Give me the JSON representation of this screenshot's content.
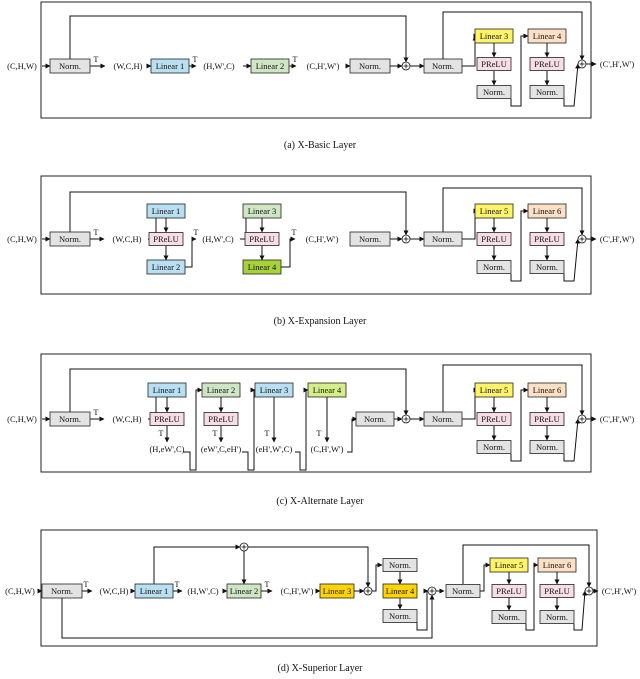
{
  "colors": {
    "norm": "#e3e3e3",
    "prelu": "#f7dde6",
    "lin_blue": "#b9e0f2",
    "lin_green": "#cfe6c4",
    "lin_yellow": "#fff36a",
    "lin_peach": "#fbe0c6",
    "lin_lime": "#a7d33a",
    "lin_gold": "#ffd400",
    "lin_yellow_green": "#d6ee8a"
  },
  "symbols": {
    "transpose": "T",
    "plus": "+"
  },
  "panels": [
    {
      "caption": "(a) X-Basic Layer",
      "input": "(C,H,W)",
      "output": "(C',H',W')",
      "nodes": [
        {
          "label": "Norm."
        },
        {
          "label": "Linear 1"
        },
        {
          "label": "Linear 2"
        },
        {
          "label": "Norm."
        },
        {
          "label": "Norm."
        },
        {
          "label": "Linear 3"
        },
        {
          "label": "PReLU"
        },
        {
          "label": "Norm."
        },
        {
          "label": "Linear 4"
        },
        {
          "label": "PReLU"
        },
        {
          "label": "Norm."
        }
      ],
      "shapes": [
        "(W,C,H)",
        "(H,W',C)",
        "(C,H',W')"
      ]
    },
    {
      "caption": "(b) X-Expansion Layer",
      "input": "(C,H,W)",
      "output": "(C',H',W')",
      "nodes": [
        {
          "label": "Norm."
        },
        {
          "label": "Linear 1"
        },
        {
          "label": "PReLU"
        },
        {
          "label": "Linear 2"
        },
        {
          "label": "Linear 3"
        },
        {
          "label": "PReLU"
        },
        {
          "label": "Linear 4"
        },
        {
          "label": "Norm."
        },
        {
          "label": "Norm."
        },
        {
          "label": "Linear 5"
        },
        {
          "label": "PReLU"
        },
        {
          "label": "Norm."
        },
        {
          "label": "Linear 6"
        },
        {
          "label": "PReLU"
        },
        {
          "label": "Norm."
        }
      ],
      "shapes": [
        "(W,C,H)",
        "(H,W',C)",
        "(C,H',W')"
      ]
    },
    {
      "caption": "(c) X-Alternate Layer",
      "input": "(C,H,W)",
      "output": "(C',H',W')",
      "nodes": [
        {
          "label": "Norm."
        },
        {
          "label": "Linear 1"
        },
        {
          "label": "PReLU"
        },
        {
          "label": "Linear 2"
        },
        {
          "label": "PReLU"
        },
        {
          "label": "Linear 3"
        },
        {
          "label": "Linear 4"
        },
        {
          "label": "Norm."
        },
        {
          "label": "Norm."
        },
        {
          "label": "Linear 5"
        },
        {
          "label": "PReLU"
        },
        {
          "label": "Norm."
        },
        {
          "label": "Linear 6"
        },
        {
          "label": "PReLU"
        },
        {
          "label": "Norm."
        }
      ],
      "shapes": [
        "(W,C,H)",
        "(H,eW',C)",
        "(eW',C,eH')",
        "(eH',W',C)",
        "(C,H',W')"
      ]
    },
    {
      "caption": "(d) X-Superior Layer",
      "input": "(C,H,W)",
      "output": "(C',H',W')",
      "nodes": [
        {
          "label": "Norm."
        },
        {
          "label": "Linear 1"
        },
        {
          "label": "Linear 2"
        },
        {
          "label": "Linear 3"
        },
        {
          "label": "Norm."
        },
        {
          "label": "Linear 4"
        },
        {
          "label": "Norm."
        },
        {
          "label": "Norm."
        },
        {
          "label": "Linear 5"
        },
        {
          "label": "PReLU"
        },
        {
          "label": "Norm."
        },
        {
          "label": "Linear 6"
        },
        {
          "label": "PReLU"
        },
        {
          "label": "Norm."
        }
      ],
      "shapes": [
        "(W,C,H)",
        "(H,W',C)",
        "(C,H',W')"
      ]
    }
  ]
}
